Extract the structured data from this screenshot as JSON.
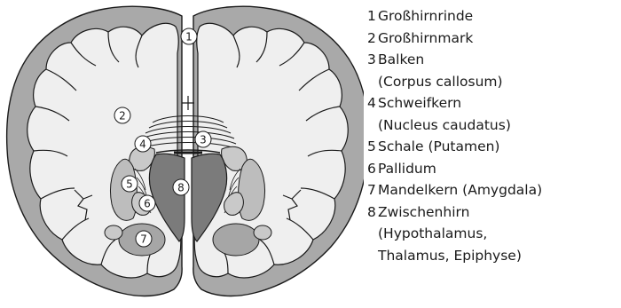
{
  "legend": {
    "items": [
      {
        "number": "1",
        "lines": [
          "Großhirnrinde"
        ]
      },
      {
        "number": "2",
        "lines": [
          "Großhirnmark"
        ]
      },
      {
        "number": "3",
        "lines": [
          "Balken",
          "(Corpus callosum)"
        ]
      },
      {
        "number": "4",
        "lines": [
          "Schweifkern",
          "(Nucleus caudatus)"
        ]
      },
      {
        "number": "5",
        "lines": [
          "Schale (Putamen)"
        ]
      },
      {
        "number": "6",
        "lines": [
          "Pallidum"
        ]
      },
      {
        "number": "7",
        "lines": [
          "Mandelkern (Amygdala)"
        ]
      },
      {
        "number": "8",
        "lines": [
          "Zwischenhirn",
          "(Hypothalamus,",
          "Thalamus, Epiphyse)"
        ]
      }
    ]
  },
  "markers": {
    "m1": "1",
    "m2": "2",
    "m3": "3",
    "m4": "4",
    "m5": "5",
    "m6": "6",
    "m7": "7",
    "m8": "8"
  },
  "colors": {
    "cortex": "#a9a9a9",
    "white_matter": "#efefef",
    "grey_nuclei": "#c9c9c9",
    "putamen": "#bdbdbd",
    "amygdala": "#a6a6a6",
    "diencephalon": "#7b7b7b",
    "outline": "#1a1a1a"
  }
}
